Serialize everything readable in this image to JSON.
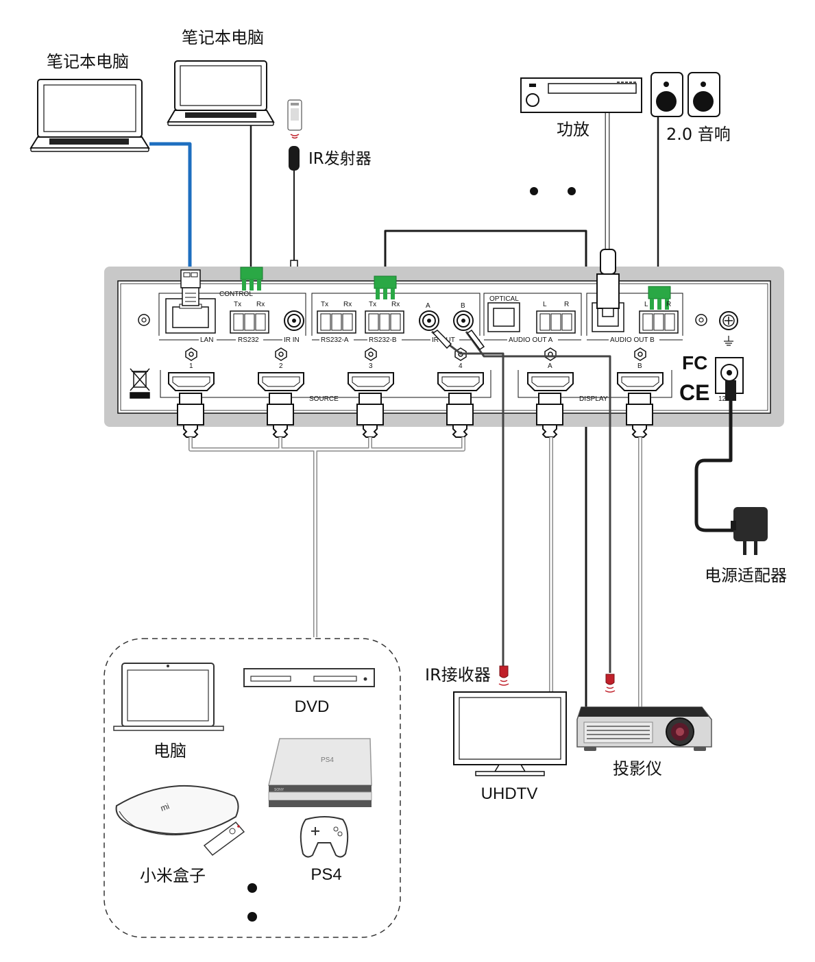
{
  "labels": {
    "laptop_left": "笔记本电脑",
    "laptop_top": "笔记本电脑",
    "ir_emitter": "IR发射器",
    "amplifier": "功放",
    "speakers": "2.0 音响",
    "power_adapter": "电源适配器",
    "ir_receiver": "IR接收器",
    "uhdtv": "UHDTV",
    "projector": "投影仪",
    "dvd": "DVD",
    "computer": "电脑",
    "mi_box": "小米盒子",
    "ps4": "PS4"
  },
  "panel": {
    "control": "CONTROL",
    "tx": "Tx",
    "rx": "Rx",
    "lan": "LAN",
    "rs232": "RS232",
    "ir_in": "IR IN",
    "rs232_a": "RS232-A",
    "rs232_b": "RS232-B",
    "ir_out": "IR OUT",
    "port_a": "A",
    "port_b": "B",
    "optical": "OPTICAL",
    "audio_out_a": "AUDIO OUT A",
    "audio_out_b": "AUDIO OUT B",
    "audio_l": "L",
    "audio_r": "R",
    "source": "SOURCE",
    "display": "DISPLAY",
    "in_1": "1",
    "in_2": "2",
    "in_3": "3",
    "in_4": "4",
    "out_a": "A",
    "out_b": "B",
    "fc": "FC",
    "ce": "CE",
    "dc": "12V"
  },
  "device_marks": {
    "ps4_top": "PS4",
    "ps4_brand": "SONY",
    "mi_logo": "mi"
  },
  "colors": {
    "lan_cable": "#1e6fc0",
    "terminal_green": "#2aa845",
    "panel_frame": "#c8c8c8",
    "cable_black": "#1a1a1a",
    "cable_gray": "#9a9a9a",
    "ir_red": "#c0202a"
  }
}
